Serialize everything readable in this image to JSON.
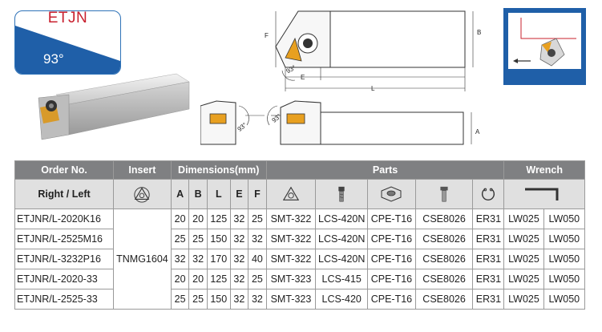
{
  "badge": {
    "code": "ETJN",
    "angle": "93°"
  },
  "drawing": {
    "dims": {
      "F": "F",
      "B": "B",
      "E": "E",
      "L": "L",
      "A": "A",
      "angle1": "93°",
      "angle2": "93°",
      "angle3": "93°"
    }
  },
  "table": {
    "header1": {
      "order_no": "Order No.",
      "insert": "Insert",
      "dimensions": "Dimensions(mm)",
      "parts": "Parts",
      "wrench": "Wrench"
    },
    "header2": {
      "right_left": "Right / Left",
      "A": "A",
      "B": "B",
      "L": "L",
      "E": "E",
      "F": "F"
    },
    "insert_value": "TNMG1604",
    "rows": [
      {
        "order": "ETJNR/L-2020K16",
        "A": "20",
        "B": "20",
        "L": "125",
        "E": "32",
        "F": "25",
        "seat": "SMT-322",
        "screw": "LCS-420N",
        "clamp": "CPE-T16",
        "clamp_screw": "CSE8026",
        "ring": "ER31",
        "w1": "LW025",
        "w2": "LW050"
      },
      {
        "order": "ETJNR/L-2525M16",
        "A": "25",
        "B": "25",
        "L": "150",
        "E": "32",
        "F": "32",
        "seat": "SMT-322",
        "screw": "LCS-420N",
        "clamp": "CPE-T16",
        "clamp_screw": "CSE8026",
        "ring": "ER31",
        "w1": "LW025",
        "w2": "LW050"
      },
      {
        "order": "ETJNR/L-3232P16",
        "A": "32",
        "B": "32",
        "L": "170",
        "E": "32",
        "F": "40",
        "seat": "SMT-322",
        "screw": "LCS-420N",
        "clamp": "CPE-T16",
        "clamp_screw": "CSE8026",
        "ring": "ER31",
        "w1": "LW025",
        "w2": "LW050"
      },
      {
        "order": "ETJNR/L-2020-33",
        "A": "20",
        "B": "20",
        "L": "125",
        "E": "32",
        "F": "25",
        "seat": "SMT-323",
        "screw": "LCS-415",
        "clamp": "CPE-T16",
        "clamp_screw": "CSE8026",
        "ring": "ER31",
        "w1": "LW025",
        "w2": "LW050"
      },
      {
        "order": "ETJNR/L-2525-33",
        "A": "25",
        "B": "25",
        "L": "150",
        "E": "32",
        "F": "32",
        "seat": "SMT-323",
        "screw": "LCS-420",
        "clamp": "CPE-T16",
        "clamp_screw": "CSE8026",
        "ring": "ER31",
        "w1": "LW025",
        "w2": "LW050"
      }
    ]
  },
  "icons": {
    "insert": "triangle-insert-icon",
    "seat": "triangle-shim-icon",
    "screw": "screw-icon",
    "clamp": "clamp-icon",
    "clamp_screw": "bolt-icon",
    "ring": "retaining-ring-icon",
    "wrench": "hex-key-icon"
  },
  "colors": {
    "brand_blue": "#1f5fa8",
    "badge_red": "#c8202e",
    "header_dark": "#7f8082",
    "header_light": "#e0e0e0",
    "insert_orange": "#e8a020"
  }
}
